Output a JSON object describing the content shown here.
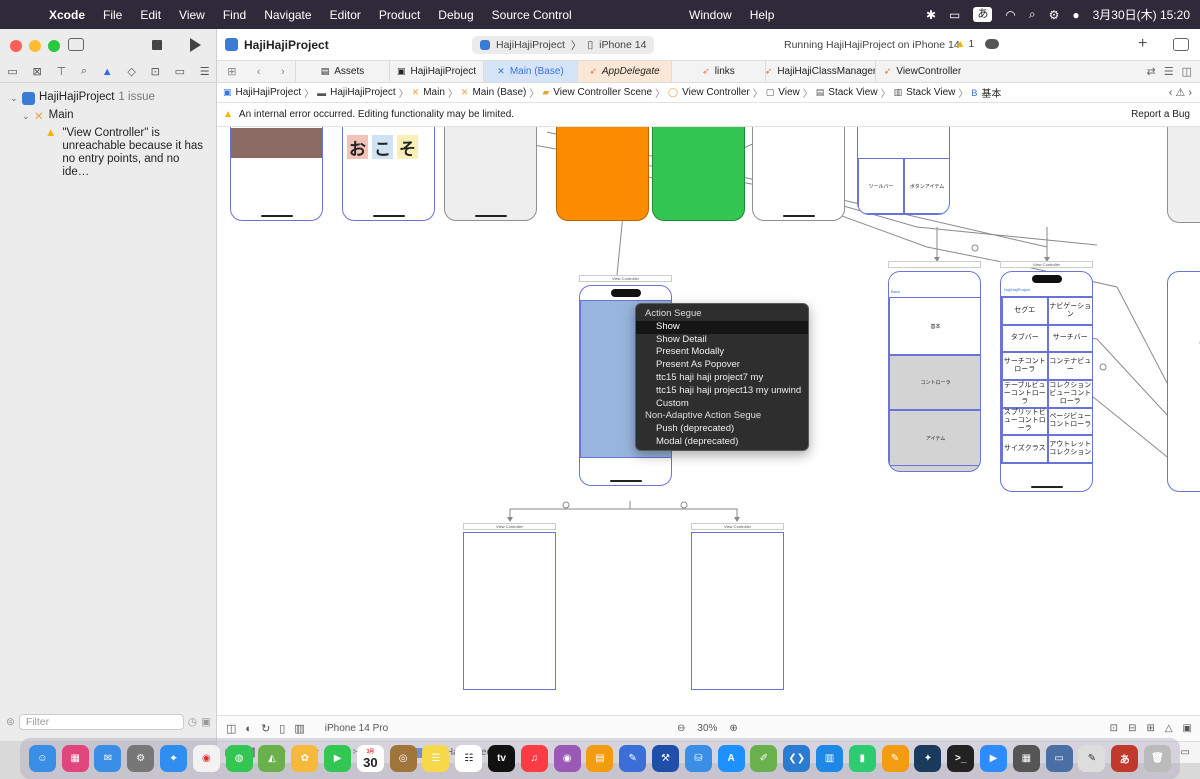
{
  "menubar": {
    "app": "Xcode",
    "items": [
      "File",
      "Edit",
      "View",
      "Find",
      "Navigate",
      "Editor",
      "Product",
      "Debug",
      "Source Control"
    ],
    "center_items": [
      "Window",
      "Help"
    ],
    "ime": "あ",
    "datetime": "3月30日(木) 15:20"
  },
  "toolbar": {
    "project": "HajiHajiProject",
    "scheme": "HajiHajiProject",
    "device": "iPhone 14",
    "status": "Running HajiHajiProject on iPhone 14",
    "warnings": "1"
  },
  "navigator": {
    "project": "HajiHajiProject",
    "project_badge": "1 issue",
    "group": "Main",
    "issue": "\"View Controller\" is unreachable because it has no entry points, and no ide…",
    "filter_placeholder": "Filter"
  },
  "tabs": [
    {
      "label": "Assets"
    },
    {
      "label": "HajiHajiProject"
    },
    {
      "label": "Main (Base)"
    },
    {
      "label": "AppDelegate"
    },
    {
      "label": "links"
    },
    {
      "label": "HajiHajiClassManager"
    },
    {
      "label": "ViewController"
    }
  ],
  "breadcrumb": [
    "HajiHajiProject",
    "HajiHajiProject",
    "Main",
    "Main (Base)",
    "View Controller Scene",
    "View Controller",
    "View",
    "Stack View",
    "Stack View",
    "基本"
  ],
  "banner": {
    "message": "An internal error occurred. Editing functionality may be limited.",
    "report": "Report a Bug"
  },
  "storyboard": {
    "kana": [
      "お",
      "こ",
      "そ"
    ],
    "toolbar_scene": [
      "ツールバー",
      "ボタンアイテム"
    ],
    "grid_scene_title": "View Controller",
    "grid_back": "HajiHajiProject",
    "grid_cells": [
      "セグエ",
      "ナビゲーション",
      "タブバー",
      "サーチバー",
      "サーチコントローラ",
      "コンテナビュー",
      "テーブルビューコントローラ",
      "コレクションビューコントローラ",
      "スプリットビューコントローラ",
      "ページビューコントローラ",
      "サイズクラス",
      "アウトレットコレクション"
    ],
    "stack_scene_back": "Back",
    "stack_cells": [
      "基本",
      "コントローラ",
      "アイテム"
    ],
    "center_title": "View Controller",
    "bottom_left_title": "View Controller",
    "bottom_right_title": "View Controller",
    "right_edge_1": "バー",
    "right_edge_2": "ビ"
  },
  "context_menu": {
    "header": "Action Segue",
    "items": [
      "Show",
      "Show Detail",
      "Present Modally",
      "Present As Popover",
      "ttc15 haji haji project7 my",
      "ttc15 haji haji project13 my unwind",
      "Custom"
    ],
    "header2": "Non-Adaptive Action Segue",
    "items2": [
      "Push (deprecated)",
      "Modal (deprecated)"
    ]
  },
  "canvasbar": {
    "device": "iPhone 14 Pro",
    "zoom": "30%"
  },
  "debugbar": {
    "target": "HajiHajiProject"
  },
  "dock": {
    "calendar_month": "3月",
    "calendar_day": "30"
  }
}
